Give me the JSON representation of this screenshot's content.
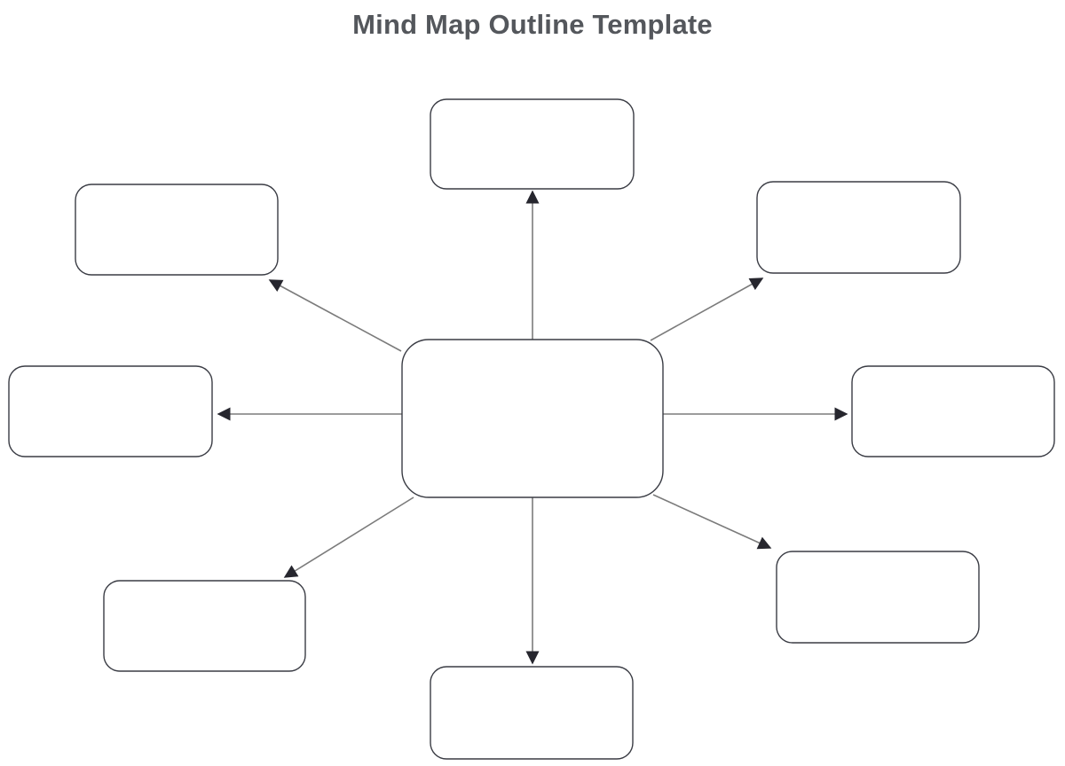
{
  "page": {
    "title": "Mind Map Outline Template",
    "background": "#ffffff"
  },
  "colors": {
    "title_text": "#54575c",
    "node_fill": "#ffffff",
    "node_border": "#3a3c44",
    "connector_line": "#7b7b7b",
    "arrowhead": "#26262e"
  },
  "diagram": {
    "type": "mind-map",
    "center": {
      "id": "central-topic",
      "label": ""
    },
    "branches": [
      {
        "id": "branch-top",
        "position": "top",
        "label": ""
      },
      {
        "id": "branch-top-right",
        "position": "top-right",
        "label": ""
      },
      {
        "id": "branch-right",
        "position": "right",
        "label": ""
      },
      {
        "id": "branch-bottom-right",
        "position": "bottom-right",
        "label": ""
      },
      {
        "id": "branch-bottom",
        "position": "bottom",
        "label": ""
      },
      {
        "id": "branch-bottom-left",
        "position": "bottom-left",
        "label": ""
      },
      {
        "id": "branch-left",
        "position": "left",
        "label": ""
      },
      {
        "id": "branch-top-left",
        "position": "top-left",
        "label": ""
      }
    ],
    "connections": [
      {
        "from": "central-topic",
        "to": "branch-top",
        "arrow": "outward"
      },
      {
        "from": "central-topic",
        "to": "branch-top-right",
        "arrow": "outward"
      },
      {
        "from": "central-topic",
        "to": "branch-right",
        "arrow": "outward"
      },
      {
        "from": "central-topic",
        "to": "branch-bottom-right",
        "arrow": "outward"
      },
      {
        "from": "central-topic",
        "to": "branch-bottom",
        "arrow": "outward"
      },
      {
        "from": "central-topic",
        "to": "branch-bottom-left",
        "arrow": "outward"
      },
      {
        "from": "central-topic",
        "to": "branch-left",
        "arrow": "outward"
      },
      {
        "from": "central-topic",
        "to": "branch-top-left",
        "arrow": "outward"
      }
    ]
  }
}
